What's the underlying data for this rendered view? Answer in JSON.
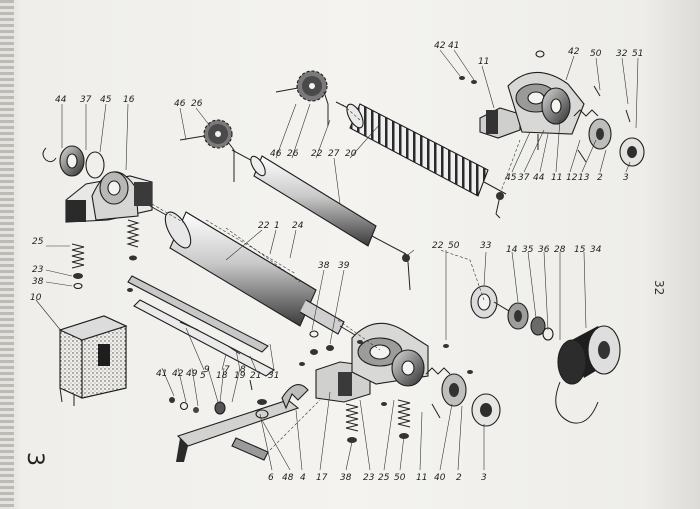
{
  "page": {
    "number": "32",
    "corner_mark": "3"
  },
  "callouts": [
    {
      "id": "c44a",
      "text": "44"
    },
    {
      "id": "c37a",
      "text": "37"
    },
    {
      "id": "c45a",
      "text": "45"
    },
    {
      "id": "c16",
      "text": "16"
    },
    {
      "id": "c46a",
      "text": "46"
    },
    {
      "id": "c26a",
      "text": "26"
    },
    {
      "id": "c46b",
      "text": "46"
    },
    {
      "id": "c26b",
      "text": "26"
    },
    {
      "id": "c22a",
      "text": "22"
    },
    {
      "id": "c27",
      "text": "27"
    },
    {
      "id": "c20",
      "text": "20"
    },
    {
      "id": "c42a",
      "text": "42"
    },
    {
      "id": "c41a",
      "text": "41"
    },
    {
      "id": "c11a",
      "text": "11"
    },
    {
      "id": "c42b",
      "text": "42"
    },
    {
      "id": "c50a",
      "text": "50"
    },
    {
      "id": "c32",
      "text": "32"
    },
    {
      "id": "c51",
      "text": "51"
    },
    {
      "id": "c45b",
      "text": "45"
    },
    {
      "id": "c37b",
      "text": "37"
    },
    {
      "id": "c44b",
      "text": "44"
    },
    {
      "id": "c11b",
      "text": "11"
    },
    {
      "id": "c12",
      "text": "12"
    },
    {
      "id": "c13",
      "text": "13"
    },
    {
      "id": "c2a",
      "text": "2"
    },
    {
      "id": "c3a",
      "text": "3"
    },
    {
      "id": "c25a",
      "text": "25"
    },
    {
      "id": "c23a",
      "text": "23"
    },
    {
      "id": "c38a",
      "text": "38"
    },
    {
      "id": "c10",
      "text": "10"
    },
    {
      "id": "c22b",
      "text": "22"
    },
    {
      "id": "c1",
      "text": "1"
    },
    {
      "id": "c24",
      "text": "24"
    },
    {
      "id": "c22c",
      "text": "22"
    },
    {
      "id": "c50b",
      "text": "50"
    },
    {
      "id": "c33",
      "text": "33"
    },
    {
      "id": "c14",
      "text": "14"
    },
    {
      "id": "c35",
      "text": "35"
    },
    {
      "id": "c36",
      "text": "36"
    },
    {
      "id": "c28",
      "text": "28"
    },
    {
      "id": "c15",
      "text": "15"
    },
    {
      "id": "c34",
      "text": "34"
    },
    {
      "id": "c38b",
      "text": "38"
    },
    {
      "id": "c39",
      "text": "39"
    },
    {
      "id": "c5",
      "text": "5"
    },
    {
      "id": "c18",
      "text": "18"
    },
    {
      "id": "c19",
      "text": "19"
    },
    {
      "id": "c21",
      "text": "21"
    },
    {
      "id": "c31",
      "text": "31"
    },
    {
      "id": "c41b",
      "text": "41"
    },
    {
      "id": "c42c",
      "text": "42"
    },
    {
      "id": "c49",
      "text": "49"
    },
    {
      "id": "c9",
      "text": "9"
    },
    {
      "id": "c7",
      "text": "7"
    },
    {
      "id": "c8",
      "text": "8"
    },
    {
      "id": "c6",
      "text": "6"
    },
    {
      "id": "c48",
      "text": "48"
    },
    {
      "id": "c4",
      "text": "4"
    },
    {
      "id": "c17",
      "text": "17"
    },
    {
      "id": "c38c",
      "text": "38"
    },
    {
      "id": "c23b",
      "text": "23"
    },
    {
      "id": "c25b",
      "text": "25"
    },
    {
      "id": "c50c",
      "text": "50"
    },
    {
      "id": "c11c",
      "text": "11"
    },
    {
      "id": "c40",
      "text": "40"
    },
    {
      "id": "c2b",
      "text": "2"
    },
    {
      "id": "c3b",
      "text": "3"
    }
  ],
  "colors": {
    "ink": "#1e1e1e",
    "paper": "#f4f3ef",
    "shade": "#6d6d6d"
  }
}
